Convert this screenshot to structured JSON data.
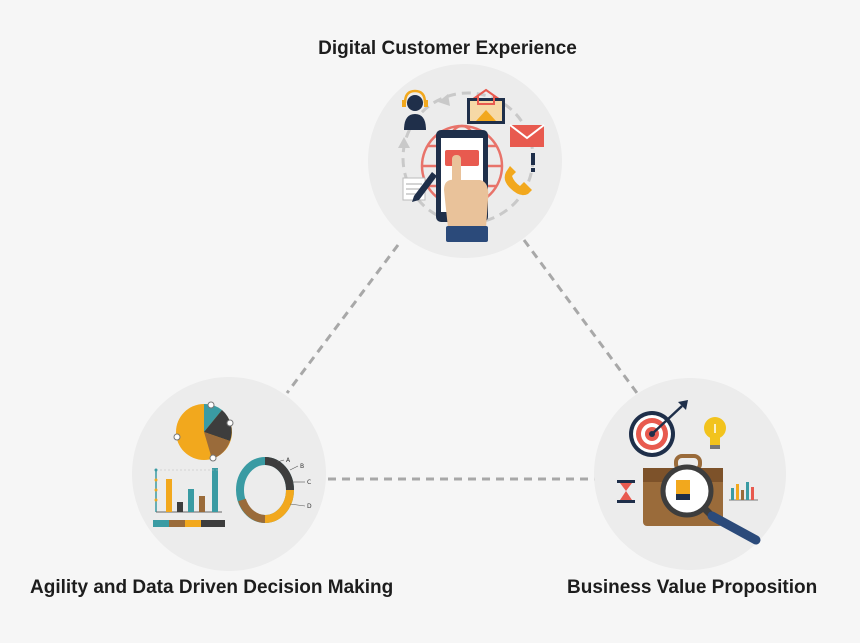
{
  "nodes": {
    "top": {
      "label": "Digital Customer Experience"
    },
    "left": {
      "label": "Agility and Data Driven Decision Making"
    },
    "right": {
      "label": "Business Value Proposition"
    }
  },
  "ring_legend": [
    "A",
    "B",
    "C",
    "D"
  ],
  "colors": {
    "background": "#f6f6f6",
    "circle": "#ececec",
    "connector": "#a8a8a8",
    "orange": "#f2a81d",
    "teal": "#3a9ba3",
    "dark": "#3d3d3d",
    "brown": "#9a6b3a",
    "red": "#e85a4f",
    "navy": "#2b4a7a"
  },
  "icons": {
    "top": [
      "headset-user-icon",
      "laptop-home-icon",
      "globe-icon",
      "smartphone-touch-icon",
      "mail-icon",
      "phone-icon",
      "pencil-document-icon",
      "exclamation-icon"
    ],
    "left": [
      "pie-chart-icon",
      "bar-chart-icon",
      "ring-chart-icon"
    ],
    "right": [
      "target-icon",
      "lightbulb-icon",
      "hourglass-icon",
      "briefcase-icon",
      "magnifier-icon",
      "mini-bar-chart-icon"
    ]
  }
}
